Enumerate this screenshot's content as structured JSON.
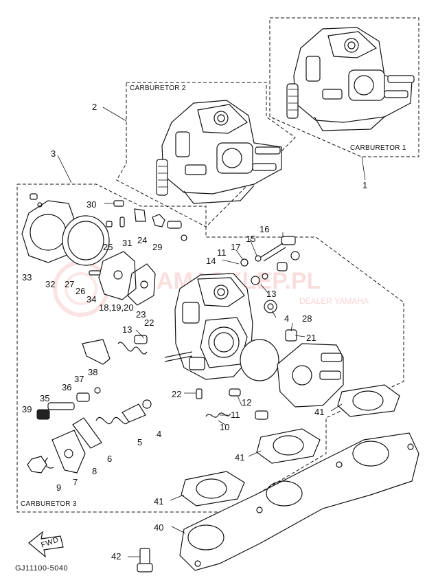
{
  "watermark": {
    "brand": "AMASKLEP.PL",
    "tagline": "DEALER YAMAHA"
  },
  "boxes": {
    "carb1": "CARBURETOR 1",
    "carb2": "CARBURETOR 2",
    "carb3": "CARBURETOR 3"
  },
  "drawing_code": "GJ11100-5040",
  "fwd_label": "FWD",
  "callouts": {
    "c1": "1",
    "c2": "2",
    "c3": "3",
    "c4a": "4",
    "c4b": "4",
    "c5": "5",
    "c6": "6",
    "c7": "7",
    "c8": "8",
    "c9": "9",
    "c10": "10",
    "c11a": "11",
    "c11b": "11",
    "c12": "12",
    "c13a": "13",
    "c13b": "13",
    "c14": "14",
    "c15": "15",
    "c16": "16",
    "c17": "17",
    "c181920": "18,19,20",
    "c21": "21",
    "c22a": "22",
    "c22b": "22",
    "c23": "23",
    "c24": "24",
    "c25": "25",
    "c26": "26",
    "c27": "27",
    "c28": "28",
    "c29": "29",
    "c30": "30",
    "c31": "31",
    "c32": "32",
    "c33": "33",
    "c34": "34",
    "c35": "35",
    "c36": "36",
    "c37": "37",
    "c38": "38",
    "c39": "39",
    "c40": "40",
    "c41a": "41",
    "c41b": "41",
    "c41c": "41",
    "c42": "42"
  }
}
